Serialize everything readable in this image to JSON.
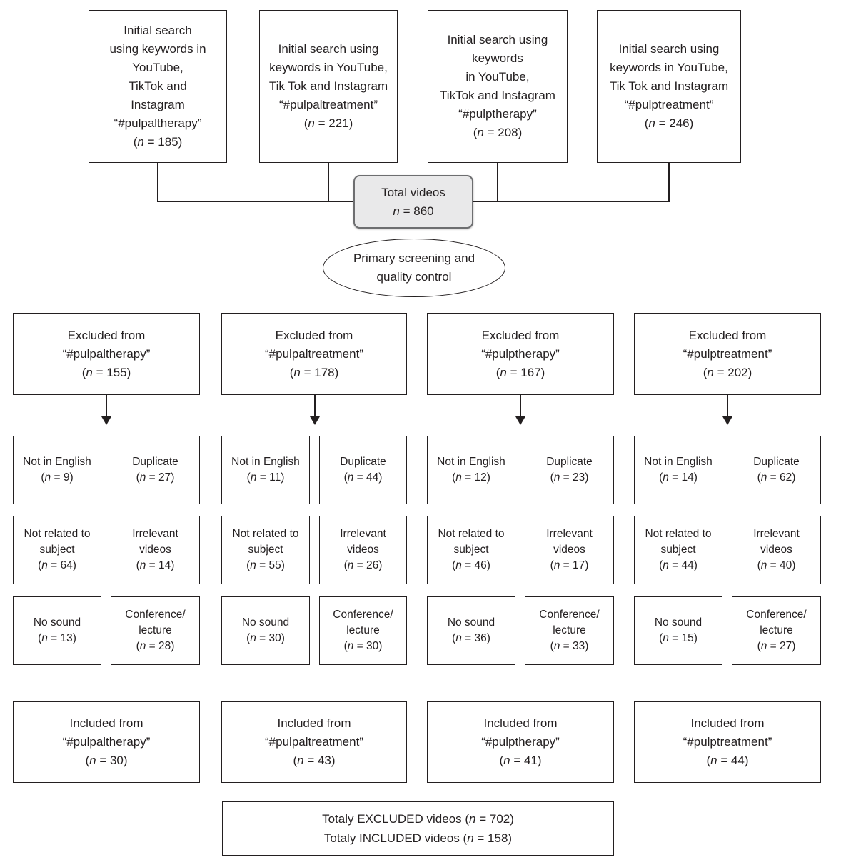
{
  "colors": {
    "line": "#231f20",
    "text": "#231f20",
    "total_fill": "#e9e9ea",
    "total_border": "#6d6e70"
  },
  "top_boxes": [
    {
      "lines": [
        "Initial search",
        "using keywords in",
        "YouTube,",
        "TikTok and",
        "Instagram",
        "“#pulpaltherapy”"
      ],
      "n": "(n = 185)"
    },
    {
      "lines": [
        "Initial search using",
        "keywords in YouTube,",
        "Tik Tok and Instagram",
        "“#pulpaltreatment”"
      ],
      "n": "(n = 221)"
    },
    {
      "lines": [
        "Initial search using",
        "keywords",
        "in YouTube,",
        "TikTok and Instagram",
        "“#pulptherapy”"
      ],
      "n": "(n = 208)"
    },
    {
      "lines": [
        "Initial search using",
        "keywords in YouTube,",
        "Tik Tok and Instagram",
        "“#pulptreatment”"
      ],
      "n": "(n = 246)"
    }
  ],
  "total_box": {
    "title": "Total videos",
    "n": "n = 860"
  },
  "ellipse": {
    "lines": [
      "Primary screening and",
      "quality control"
    ]
  },
  "excluded_boxes": [
    {
      "lines": [
        "Excluded from",
        "“#pulpaltherapy”"
      ],
      "n": "(n = 155)"
    },
    {
      "lines": [
        "Excluded from",
        "“#pulpaltreatment”"
      ],
      "n": "(n = 178)"
    },
    {
      "lines": [
        "Excluded from",
        "“#pulptherapy”"
      ],
      "n": "(n = 167)"
    },
    {
      "lines": [
        "Excluded from",
        "“#pulptreatment”"
      ],
      "n": "(n = 202)"
    }
  ],
  "groups": [
    {
      "reasons": [
        {
          "lines": [
            "Not in English"
          ],
          "n": "(n = 9)"
        },
        {
          "lines": [
            "Duplicate"
          ],
          "n": "(n = 27)"
        },
        {
          "lines": [
            "Not related to",
            "subject"
          ],
          "n": "(n = 64)"
        },
        {
          "lines": [
            "Irrelevant",
            "videos"
          ],
          "n": "(n = 14)"
        },
        {
          "lines": [
            "No sound"
          ],
          "n": "(n = 13)"
        },
        {
          "lines": [
            "Conference/",
            "lecture"
          ],
          "n": "(n = 28)"
        }
      ]
    },
    {
      "reasons": [
        {
          "lines": [
            "Not in English"
          ],
          "n": "(n = 11)"
        },
        {
          "lines": [
            "Duplicate"
          ],
          "n": "(n = 44)"
        },
        {
          "lines": [
            "Not related to",
            "subject"
          ],
          "n": "(n = 55)"
        },
        {
          "lines": [
            "Irrelevant",
            "videos"
          ],
          "n": "(n = 26)"
        },
        {
          "lines": [
            "No sound"
          ],
          "n": "(n = 30)"
        },
        {
          "lines": [
            "Conference/",
            "lecture"
          ],
          "n": "(n = 30)"
        }
      ]
    },
    {
      "reasons": [
        {
          "lines": [
            "Not in English"
          ],
          "n": "(n = 12)"
        },
        {
          "lines": [
            "Duplicate"
          ],
          "n": "(n = 23)"
        },
        {
          "lines": [
            "Not related to",
            "subject"
          ],
          "n": "(n = 46)"
        },
        {
          "lines": [
            "Irrelevant",
            "videos"
          ],
          "n": "(n = 17)"
        },
        {
          "lines": [
            "No sound"
          ],
          "n": "(n = 36)"
        },
        {
          "lines": [
            "Conference/",
            "lecture"
          ],
          "n": "(n = 33)"
        }
      ]
    },
    {
      "reasons": [
        {
          "lines": [
            "Not in English"
          ],
          "n": "(n = 14)"
        },
        {
          "lines": [
            "Duplicate"
          ],
          "n": "(n = 62)"
        },
        {
          "lines": [
            "Not related to",
            "subject"
          ],
          "n": "(n = 44)"
        },
        {
          "lines": [
            "Irrelevant",
            "videos"
          ],
          "n": "(n = 40)"
        },
        {
          "lines": [
            "No sound"
          ],
          "n": "(n = 15)"
        },
        {
          "lines": [
            "Conference/",
            "lecture"
          ],
          "n": "(n = 27)"
        }
      ]
    }
  ],
  "included_boxes": [
    {
      "lines": [
        "Included from",
        "“#pulpaltherapy”"
      ],
      "n": "(n = 30)"
    },
    {
      "lines": [
        "Included from",
        "“#pulpaltreatment”"
      ],
      "n": "(n = 43)"
    },
    {
      "lines": [
        "Included from",
        "“#pulptherapy”"
      ],
      "n": "(n = 41)"
    },
    {
      "lines": [
        "Included from",
        "“#pulptreatment”"
      ],
      "n": "(n = 44)"
    }
  ],
  "summary_box": {
    "lines": [
      "Totaly EXCLUDED videos (n = 702)",
      "Totaly INCLUDED videos (n = 158)"
    ]
  }
}
